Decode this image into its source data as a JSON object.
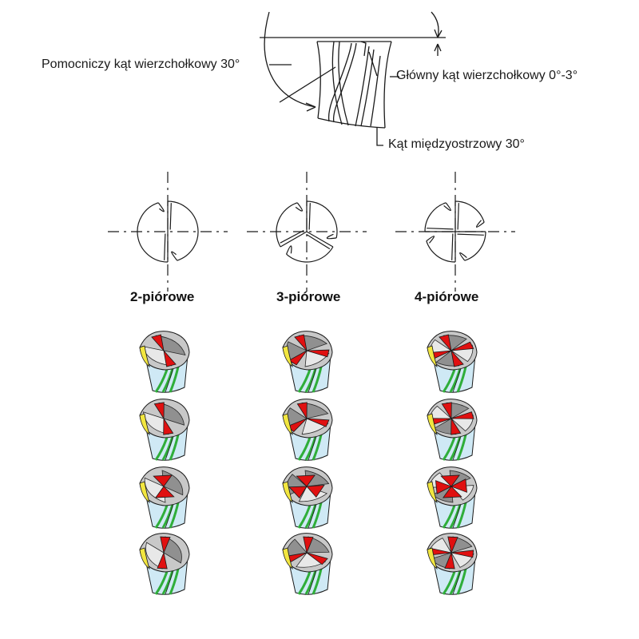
{
  "labels": {
    "aux_angle": "Pomocniczy kąt wierzchołkowy 30°",
    "main_angle": "Główny kąt wierzchołkowy 0°-3°",
    "inter_angle": "Kąt międzyostrzowy 30°"
  },
  "columns": [
    {
      "title": "2-piórowe",
      "flutes": 2
    },
    {
      "title": "3-piórowe",
      "flutes": 3
    },
    {
      "title": "4-piórowe",
      "flutes": 4
    }
  ],
  "colors": {
    "line": "#1a1a1a",
    "cutting_edge": "#e01010",
    "face": "#c8c8c8",
    "face_dark": "#8a8a8a",
    "face_light": "#ececec",
    "body": "#cfe9f5",
    "flute_green": "#2fae3a",
    "flute_yellow": "#f2e640"
  },
  "variant_rows": 4
}
